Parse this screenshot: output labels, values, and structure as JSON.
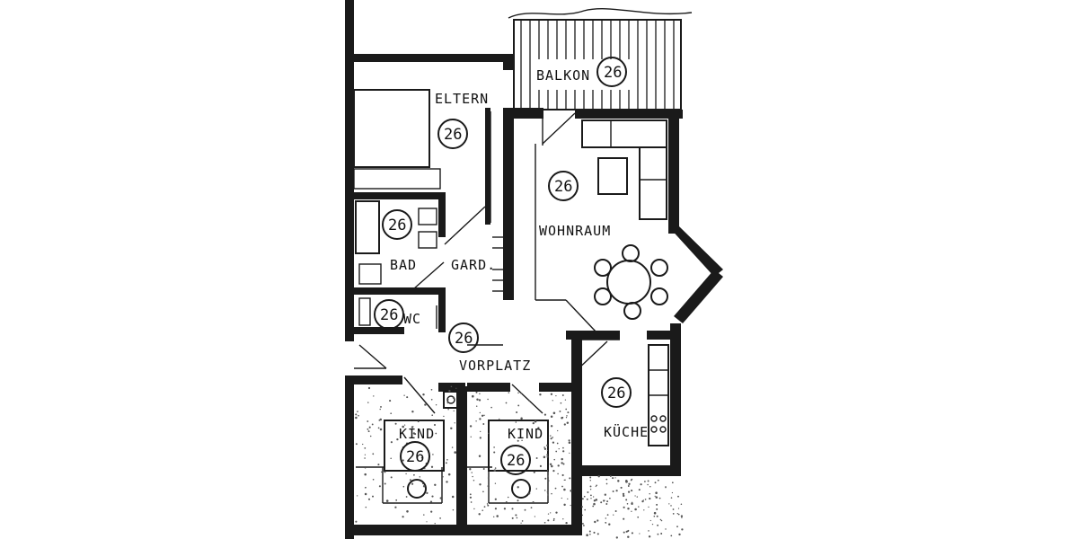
{
  "rooms": {
    "balkon": {
      "label": "BALKON",
      "number": "26"
    },
    "eltern": {
      "label": "ELTERN",
      "number": "26"
    },
    "wohnraum": {
      "label": "WOHNRAUM",
      "number": "26"
    },
    "bad": {
      "label": "BAD",
      "number": "26"
    },
    "gard": {
      "label": "GARD.",
      "number": ""
    },
    "wc": {
      "label": "WC",
      "number": "26"
    },
    "vorplatz": {
      "label": "VORPLATZ",
      "number": "26"
    },
    "kind_left": {
      "label": "KIND",
      "number": "26"
    },
    "kind_right": {
      "label": "KIND",
      "number": "26"
    },
    "kueche": {
      "label": "KÜCHE",
      "number": "26"
    }
  }
}
